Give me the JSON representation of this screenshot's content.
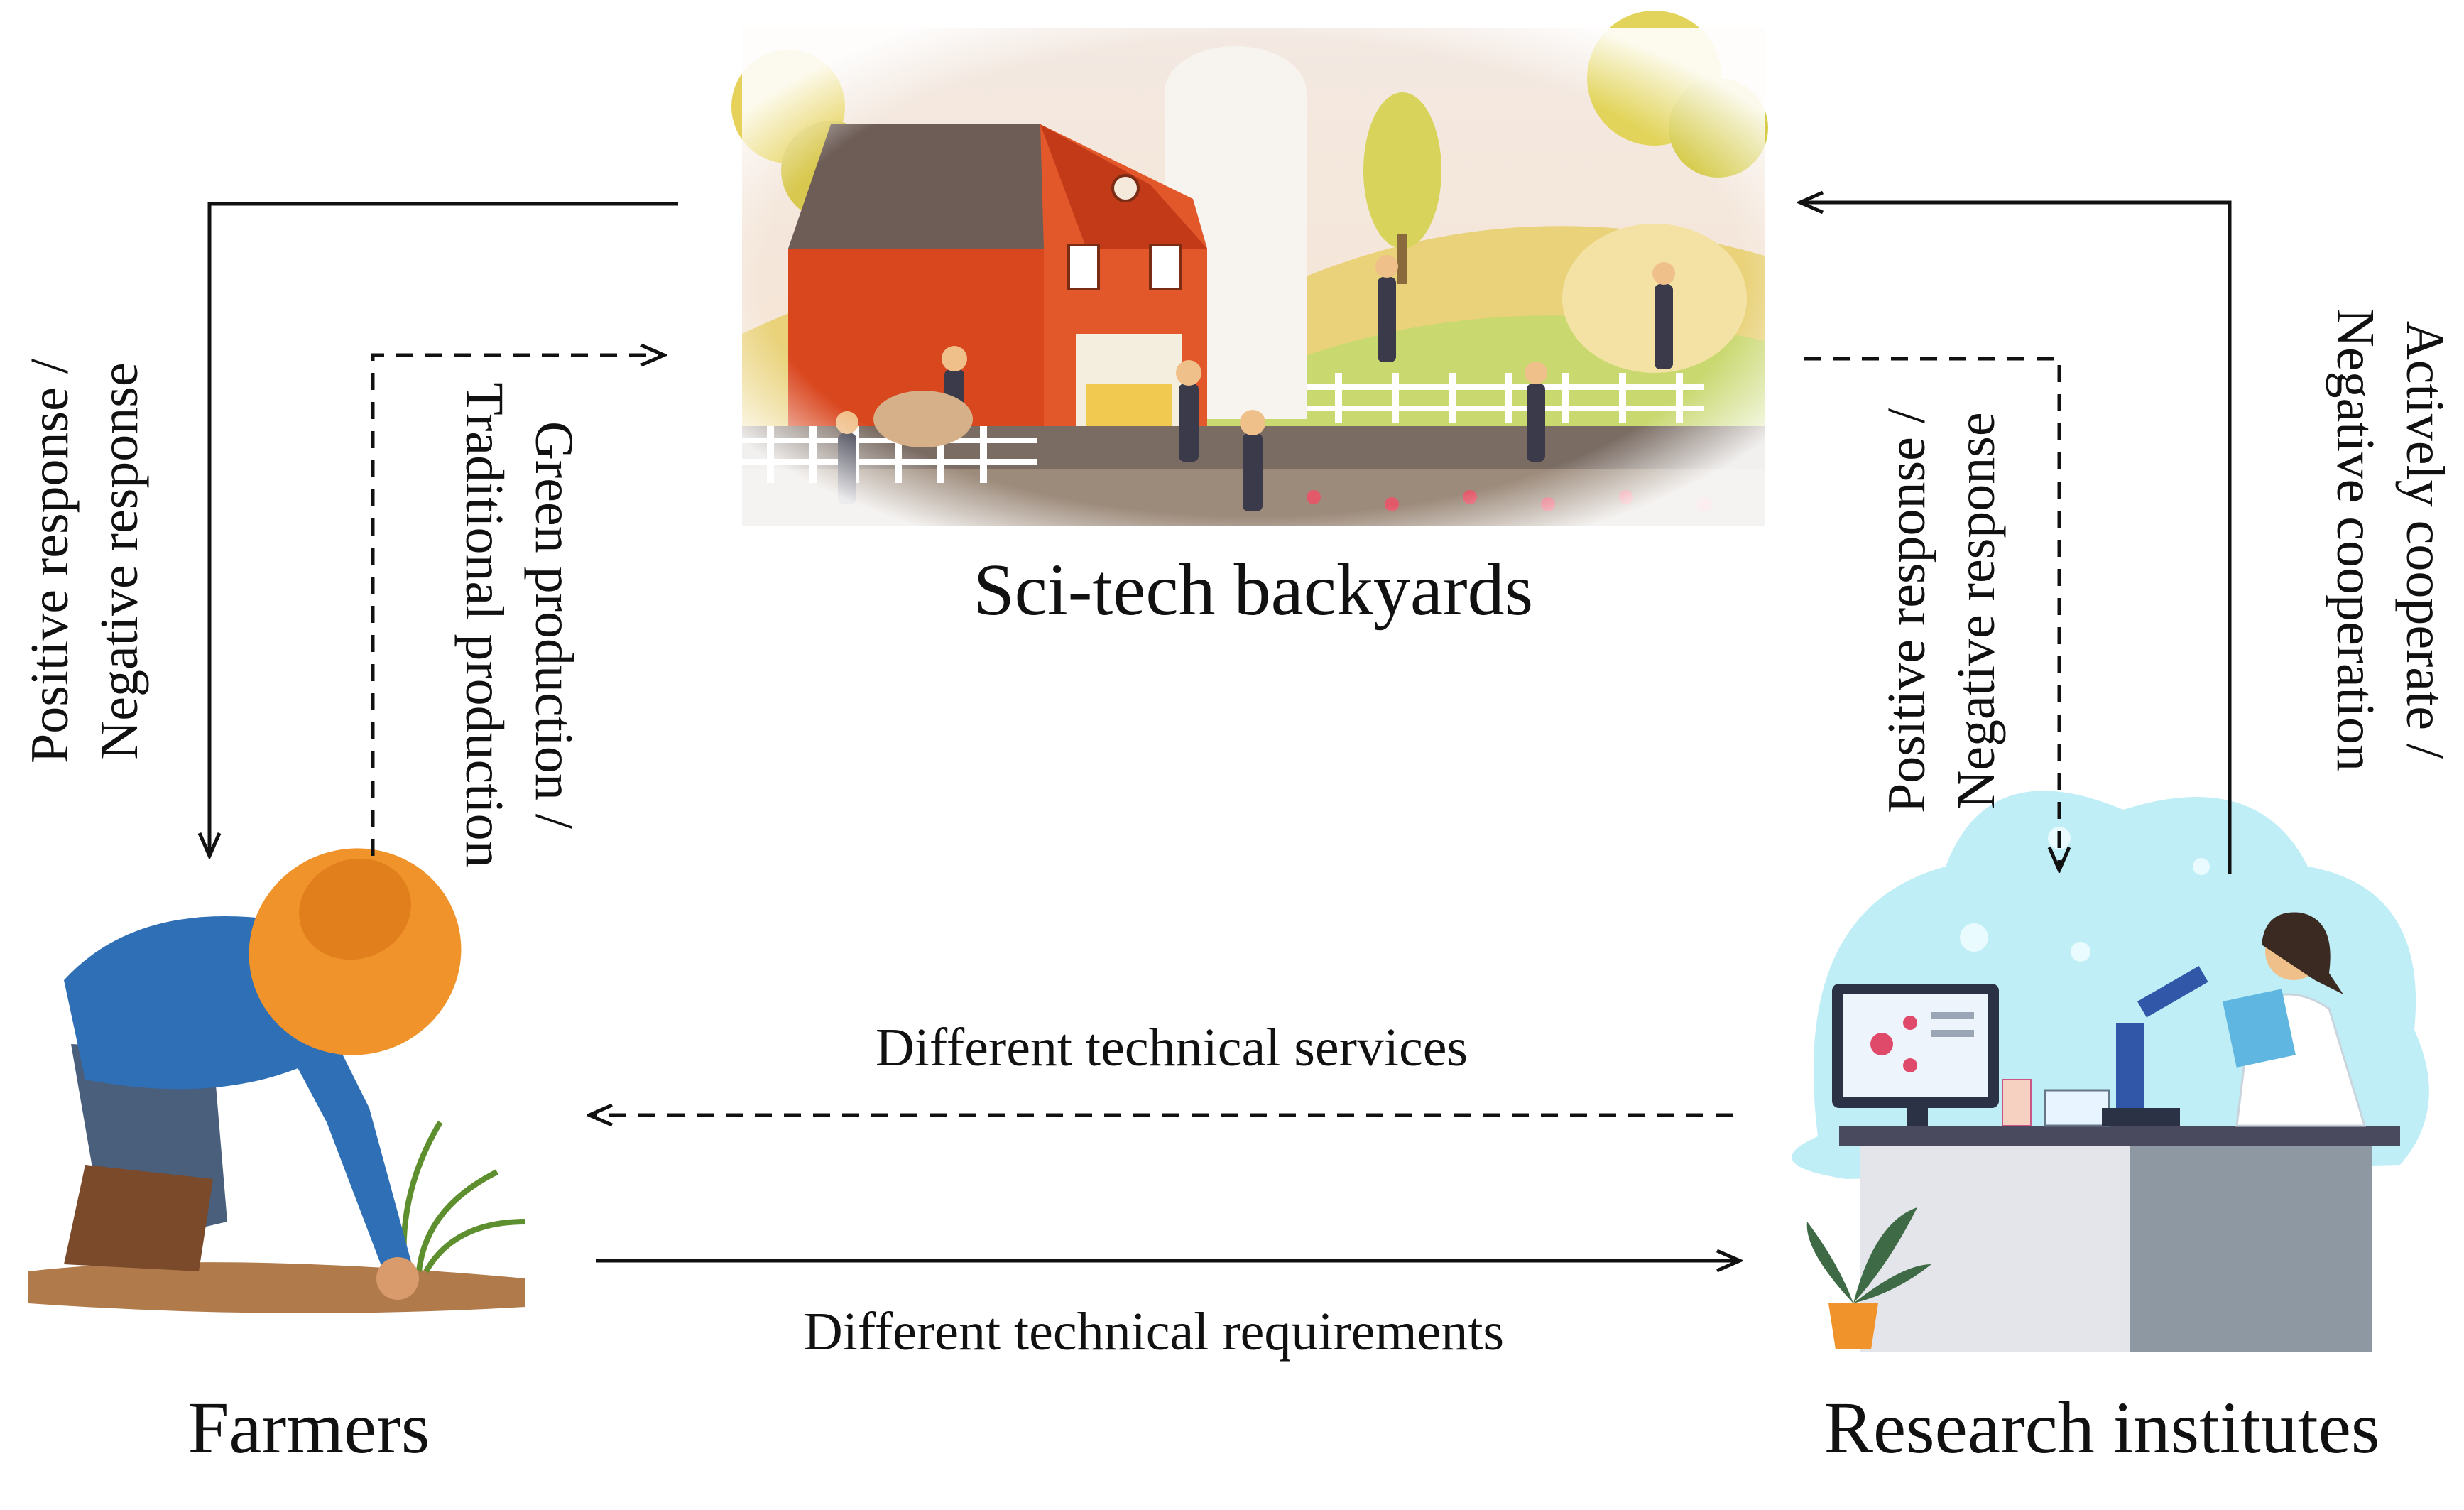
{
  "nodes": {
    "scitech": {
      "title": "Sci-tech backyards",
      "illustration": "farm-barn-illustration"
    },
    "farmers": {
      "title": "Farmers",
      "illustration": "farmer-planting-illustration"
    },
    "research": {
      "title": "Research institutes",
      "illustration": "scientist-laboratory-illustration"
    }
  },
  "edges": {
    "scitech_to_farmers": {
      "line1": "Positive response /",
      "line2": "Negative response",
      "style": "solid"
    },
    "farmers_to_scitech": {
      "line1": "Green production /",
      "line2": "Traditional production",
      "style": "dashed"
    },
    "scitech_to_research": {
      "line1": "Positive response /",
      "line2": "Negative response",
      "style": "dashed"
    },
    "research_to_scitech": {
      "line1": "Actively cooperate /",
      "line2": "Negative cooperation",
      "style": "solid"
    },
    "research_to_farmers": {
      "text": "Different technical services",
      "style": "dashed"
    },
    "farmers_to_research": {
      "text": "Different technical requirements",
      "style": "solid"
    }
  },
  "colors": {
    "barn_red": "#d9471f",
    "hat_orange": "#f0932b",
    "shirt_blue": "#2f6fb5",
    "lab_cyan": "#bfeef7",
    "grass_green": "#b8d86a"
  }
}
